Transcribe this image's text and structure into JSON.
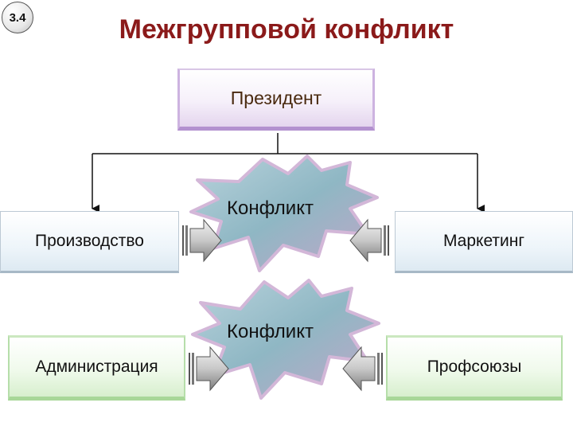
{
  "slide_number": "3.4",
  "title": "Межгрупповой конфликт",
  "nodes": {
    "president": "Президент",
    "production": "Производство",
    "marketing": "Маркетинг",
    "administration": "Администрация",
    "unions": "Профсоюзы"
  },
  "conflicts": [
    "Конфликт",
    "Конфликт"
  ],
  "colors": {
    "title": "#8b1a1a",
    "president_accent": "#b391cf",
    "top_row_accent": "#a7b8c6",
    "bottom_row_accent": "#a8d798",
    "burst_fill": "#9fc4cf",
    "burst_edge": "#d7b4d6"
  }
}
